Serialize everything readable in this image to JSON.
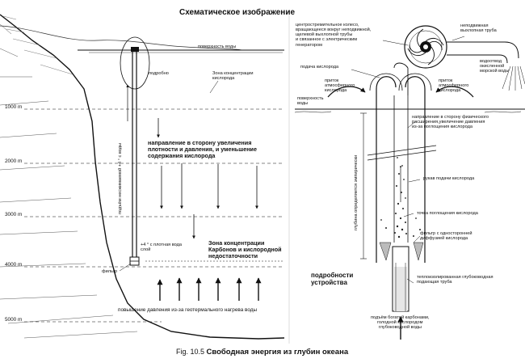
{
  "title": "Схематическое изображение",
  "caption": {
    "prefix": "Fig. 10.5",
    "text": "Свободная энергия из глубин океана"
  },
  "depth_marks": [
    "1000",
    "2000",
    "3000",
    "4000",
    "5000"
  ],
  "depth_unit": "m",
  "left": {
    "surface": "поверхность воды",
    "detail": "подробно",
    "o2_zone": "Зона концентрации\nкислорода",
    "direction": "направление в сторону увеличения\nплотности и давления, и уменьшение\nсодержания кислорода",
    "lift": "подъём несжимаемой +4 ° с воды",
    "dense_layer": "+4 ° с плотная вода\nслой",
    "carbon_zone": "Зона концентрации\nКарбонов и кислородной\nнедостаточности",
    "filter": "фильтр",
    "pressure": "повышение давления из-за геотермального нагрева воды"
  },
  "right": {
    "wheel": "центростремительное колесо,\nвращающееся вокруг неподвижной,\nщелевой выхлопной трубы\nи связанное с электрическим\nгенератором",
    "exhaust": "неподвижная\nвыхлопная труба",
    "oxygen_supply": "подача кислорода",
    "drain": "водоотвод\nокисленной\nморской воды",
    "air_left": "приток\nатмосферного\nкислорода",
    "air_right": "приток\nатмосферного\nкислорода",
    "surface": "поверхность\nводы",
    "expansion": "направление в сторону физического\nрасширения,увеличение давления\nиз-за поглощения кислорода",
    "depth_note": "глубина определяется эмпирически",
    "sleeve": "рукав подачи кислорода",
    "absorb": "точка поглощения кислорода",
    "filter1": "фильтр с односторонней\nдиффузией кислорода",
    "details": "подробности\nустройства",
    "insulated": "теплоизолированная глубоководная\nподающая труба",
    "deepwater": "подъём богатой карбонами,\nголодной кислородом\nглубоководной воды"
  }
}
